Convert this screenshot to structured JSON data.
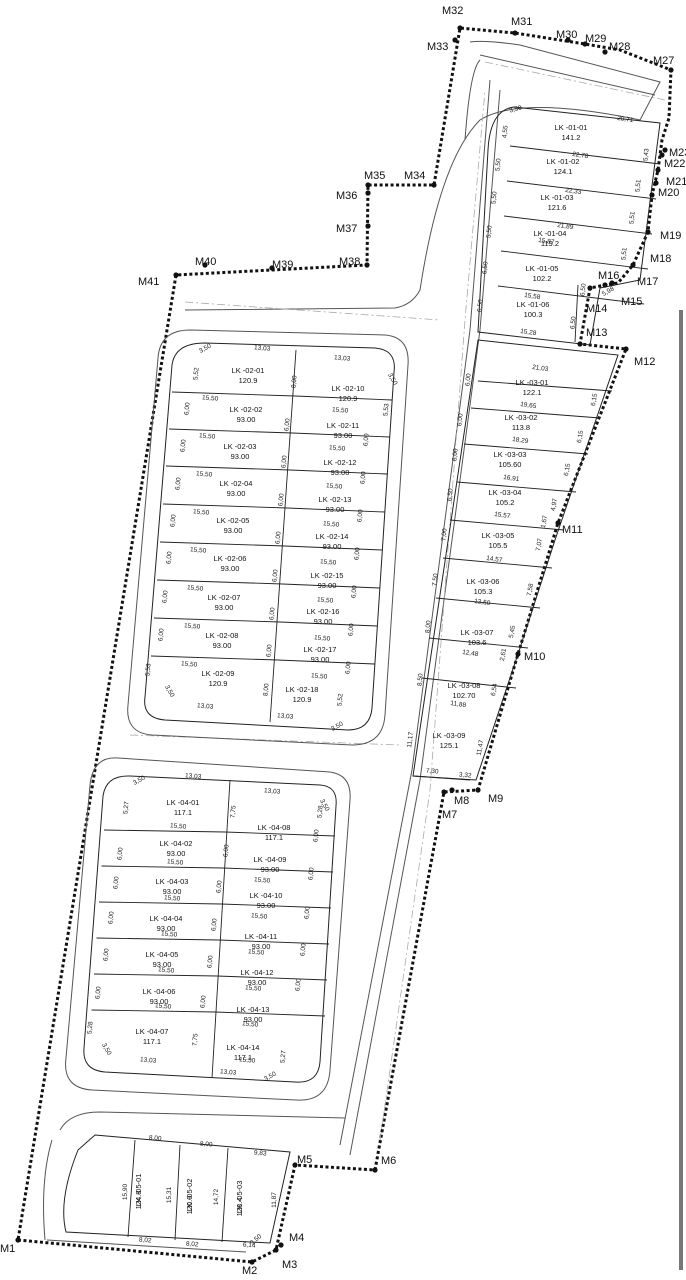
{
  "markers": {
    "M1": "M1",
    "M2": "M2",
    "M3": "M3",
    "M4": "M4",
    "M5": "M5",
    "M6": "M6",
    "M7": "M7",
    "M8": "M8",
    "M9": "M9",
    "M10": "M10",
    "M11": "M11",
    "M12": "M12",
    "M13": "M13",
    "M14": "M14",
    "M15": "M15",
    "M16": "M16",
    "M17": "M17",
    "M18": "M18",
    "M19": "M19",
    "M20": "M20",
    "M21": "M21",
    "M22": "M22",
    "M23": "M23",
    "M27": "M27",
    "M28": "M28",
    "M29": "M29",
    "M30": "M30",
    "M31": "M31",
    "M32": "M32",
    "M33": "M33",
    "M34": "M34",
    "M35": "M35",
    "M36": "M36",
    "M37": "M37",
    "M38": "M38",
    "M39": "M39",
    "M40": "M40",
    "M41": "M41"
  },
  "blocks": {
    "b01": [
      {
        "name": "LK -01-01",
        "area": "141.2"
      },
      {
        "name": "LK -01-02",
        "area": "124.1"
      },
      {
        "name": "LK -01-03",
        "area": "121.6"
      },
      {
        "name": "LK -01-04",
        "area": "119.2"
      },
      {
        "name": "LK -01-05",
        "area": "102.2"
      },
      {
        "name": "LK -01-06",
        "area": "100.3"
      }
    ],
    "b02l": [
      {
        "name": "LK -02-01",
        "area": "120.9"
      },
      {
        "name": "LK -02-02",
        "area": "93.00"
      },
      {
        "name": "LK -02-03",
        "area": "93.00"
      },
      {
        "name": "LK -02-04",
        "area": "93.00"
      },
      {
        "name": "LK -02-05",
        "area": "93.00"
      },
      {
        "name": "LK -02-06",
        "area": "93.00"
      },
      {
        "name": "LK -02-07",
        "area": "93.00"
      },
      {
        "name": "LK -02-08",
        "area": "93.00"
      },
      {
        "name": "LK -02-09",
        "area": "120.9"
      }
    ],
    "b02r": [
      {
        "name": "LK -02-10",
        "area": "120.9"
      },
      {
        "name": "LK -02-11",
        "area": "93.00"
      },
      {
        "name": "LK -02-12",
        "area": "93.00"
      },
      {
        "name": "LK -02-13",
        "area": "93.00"
      },
      {
        "name": "LK -02-14",
        "area": "93.00"
      },
      {
        "name": "LK -02-15",
        "area": "93.00"
      },
      {
        "name": "LK -02-16",
        "area": "93.00"
      },
      {
        "name": "LK -02-17",
        "area": "93.00"
      },
      {
        "name": "LK -02-18",
        "area": "120.9"
      }
    ],
    "b03": [
      {
        "name": "LK -03-01",
        "area": "122.1"
      },
      {
        "name": "LK -03-02",
        "area": "113.8"
      },
      {
        "name": "LK -03-03",
        "area": "105.60"
      },
      {
        "name": "LK -03-04",
        "area": "105.2"
      },
      {
        "name": "LK -03-05",
        "area": "105.5"
      },
      {
        "name": "LK -03-06",
        "area": "105.3"
      },
      {
        "name": "LK -03-07",
        "area": "103.6"
      },
      {
        "name": "LK -03-08",
        "area": "102.70"
      },
      {
        "name": "LK -03-09",
        "area": "125.1"
      }
    ],
    "b04l": [
      {
        "name": "LK -04-01",
        "area": "117.1"
      },
      {
        "name": "LK -04-02",
        "area": "93.00"
      },
      {
        "name": "LK -04-03",
        "area": "93.00"
      },
      {
        "name": "LK -04-04",
        "area": "93.00"
      },
      {
        "name": "LK -04-05",
        "area": "93.00"
      },
      {
        "name": "LK -04-06",
        "area": "93.00"
      },
      {
        "name": "LK -04-07",
        "area": "117.1"
      }
    ],
    "b04r": [
      {
        "name": "LK -04-08",
        "area": "117.1"
      },
      {
        "name": "LK -04-09",
        "area": "93.00"
      },
      {
        "name": "LK -04-10",
        "area": "93.00"
      },
      {
        "name": "LK -04-11",
        "area": "93.00"
      },
      {
        "name": "LK -04-12",
        "area": "93.00"
      },
      {
        "name": "LK -04-13",
        "area": "93.00"
      },
      {
        "name": "LK -04-14",
        "area": "117.1"
      }
    ],
    "b05": [
      {
        "name": "LK -05-01",
        "area": "124.8"
      },
      {
        "name": "LK -05-02",
        "area": "120.0"
      },
      {
        "name": "LK -05-03",
        "area": "128.4"
      }
    ]
  },
  "dims": {
    "b01_widths": [
      "20,71",
      "22,78",
      "22,33",
      "21,89",
      "15,87",
      "15,58",
      "15,28"
    ],
    "b01_left": [
      "4,55",
      "5,50",
      "5,50",
      "5,50",
      "6,50",
      "6,50"
    ],
    "b01_right": [
      "5,43",
      "5,51",
      "5,51",
      "5,51"
    ],
    "b01_misc": [
      "3,50",
      "6,50",
      "6,50",
      "5,98"
    ],
    "b02_top": [
      "13,03",
      "13,03"
    ],
    "b02_mid": "15,50",
    "b02_left": [
      "5,52",
      "6,00",
      "6,00",
      "6,00",
      "6,00",
      "6,00",
      "6,00",
      "6,00",
      "5,53"
    ],
    "b02_center": [
      "8,00",
      "6,00",
      "6,00",
      "6,00",
      "6,00",
      "6,00",
      "6,00",
      "6,00",
      "8,00"
    ],
    "b02_right": [
      "5,53",
      "6,00",
      "6,00",
      "6,00",
      "6,00",
      "6,00",
      "6,00",
      "6,00",
      "5,52"
    ],
    "b02_corner": "3,50",
    "b03_widths": [
      "21,03",
      "19,65",
      "18,29",
      "16,91",
      "15,57",
      "14,57",
      "13,50",
      "12,48",
      "11,88"
    ],
    "b03_left": [
      "6,00",
      "6,00",
      "6,00",
      "6,50",
      "7,00",
      "7,50",
      "8,00",
      "8,50"
    ],
    "b03_right": [
      "6,15",
      "6,15",
      "6,15",
      "4,97",
      "1,67",
      "7,07",
      "7,58",
      "5,45",
      "2,61",
      "6,54",
      "11,47"
    ],
    "b03_bottom": [
      "7,30",
      "3,32",
      "11,17"
    ],
    "b04_top": [
      "13,03",
      "13,03"
    ],
    "b04_mid": "15,50",
    "b04_left": [
      "5,27",
      "6,00",
      "6,00",
      "6,00",
      "6,00",
      "6,00",
      "5,28"
    ],
    "b04_center": [
      "7,75",
      "6,00",
      "6,00",
      "6,00",
      "6,00",
      "6,00",
      "7,75"
    ],
    "b04_right": [
      "5,28",
      "6,00",
      "6,00",
      "6,00",
      "6,00",
      "6,00",
      "5,27"
    ],
    "b04_corner": "3,50",
    "b05_top": [
      "8,00",
      "8,00",
      "9,83"
    ],
    "b05_bottom": [
      "8,02",
      "8,02",
      "6,14",
      "3,50"
    ],
    "b05_side": [
      "15,90",
      "15,31",
      "14,72",
      "11,87"
    ]
  },
  "colors": {
    "boundary": "#111111",
    "plotline": "#222222",
    "roadline": "#555555",
    "centerline": "#aaaaaa"
  }
}
